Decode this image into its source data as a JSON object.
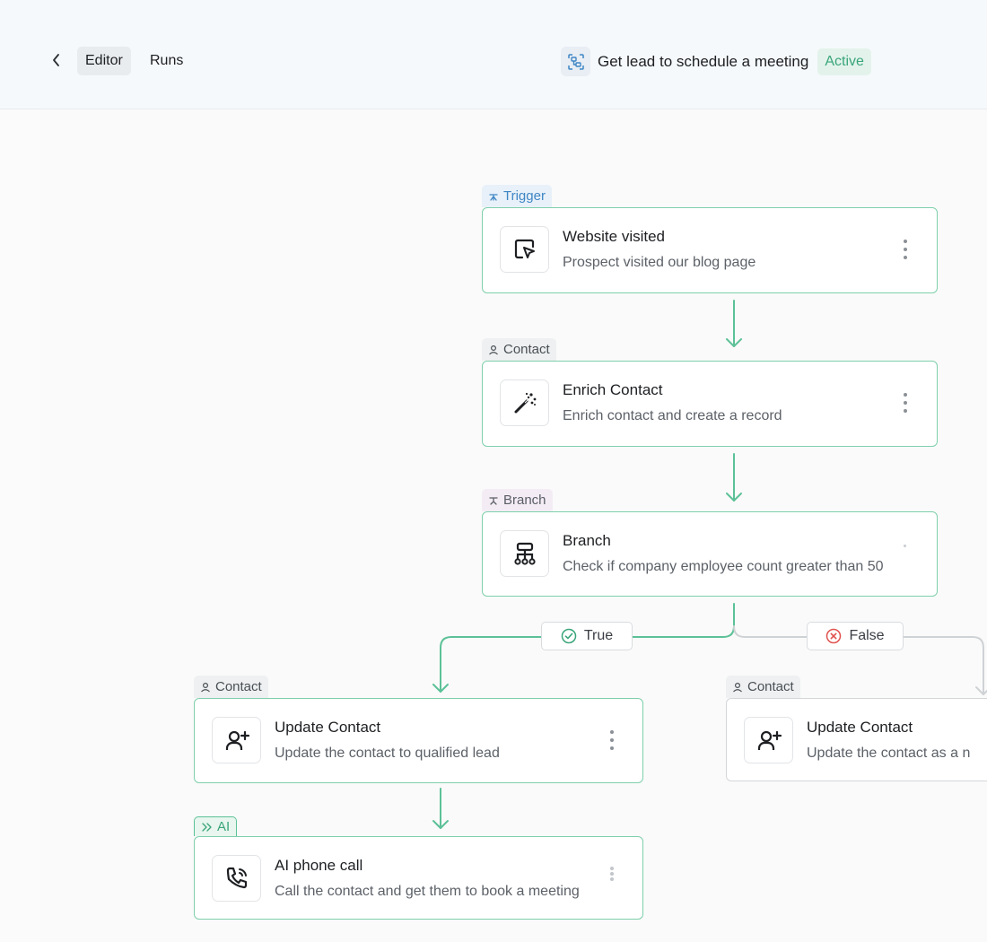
{
  "header": {
    "back_icon": "chevron-left-icon",
    "tabs": [
      {
        "label": "Editor",
        "active": true
      },
      {
        "label": "Runs",
        "active": false
      }
    ],
    "workflow_icon": "workflow-icon",
    "workflow_title": "Get lead to schedule a meeting",
    "status": "Active"
  },
  "colors": {
    "accent_green": "#5cc197",
    "node_border": "#7fcfab",
    "trigger_blue": "#3f86c5",
    "false_red": "#e0524f",
    "grey_line": "#cfd2d5"
  },
  "nodes": {
    "website_visited": {
      "tag": "Trigger",
      "tag_icon": "trigger-icon",
      "icon": "cursor-click-icon",
      "title": "Website visited",
      "description": "Prospect visited our blog page"
    },
    "enrich_contact": {
      "tag": "Contact",
      "tag_icon": "user-icon",
      "icon": "magic-wand-icon",
      "title": "Enrich Contact",
      "description": "Enrich contact and create a record"
    },
    "branch": {
      "tag": "Branch",
      "tag_icon": "branch-icon",
      "icon": "hierarchy-icon",
      "title": "Branch",
      "description": "Check if company employee count greater than 50"
    },
    "update_contact_true": {
      "tag": "Contact",
      "tag_icon": "user-icon",
      "icon": "user-plus-icon",
      "title": "Update Contact",
      "description": "Update the contact to qualified lead"
    },
    "update_contact_false": {
      "tag": "Contact",
      "tag_icon": "user-icon",
      "icon": "user-plus-icon",
      "title": "Update Contact",
      "description": "Update the contact as a n"
    },
    "ai_phone_call": {
      "tag": "AI",
      "tag_icon": "chevrons-right-icon",
      "icon": "phone-call-icon",
      "title": "AI phone call",
      "description": "Call the contact and get them to book a meeting"
    }
  },
  "branches": {
    "true_label": "True",
    "false_label": "False"
  }
}
